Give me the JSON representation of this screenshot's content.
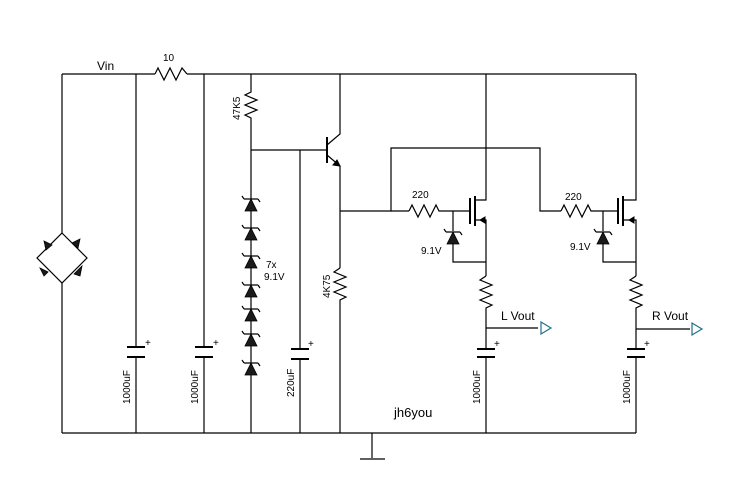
{
  "labels": {
    "vin": "Vin",
    "r_input": "10",
    "r_bias": "47K5",
    "zener_count": "7x",
    "zener_voltage": "9.1V",
    "r_emitter": "4K75",
    "c1": "1000uF",
    "c2": "1000uF",
    "c3": "220uF",
    "c_left": "1000uF",
    "c_right": "1000uF",
    "r_gate_left": "220",
    "r_gate_right": "220",
    "z_left": "9.1V",
    "z_right": "9.1V",
    "out_left": "L Vout",
    "out_right": "R Vout",
    "plus": "+",
    "author": "jh6you"
  }
}
